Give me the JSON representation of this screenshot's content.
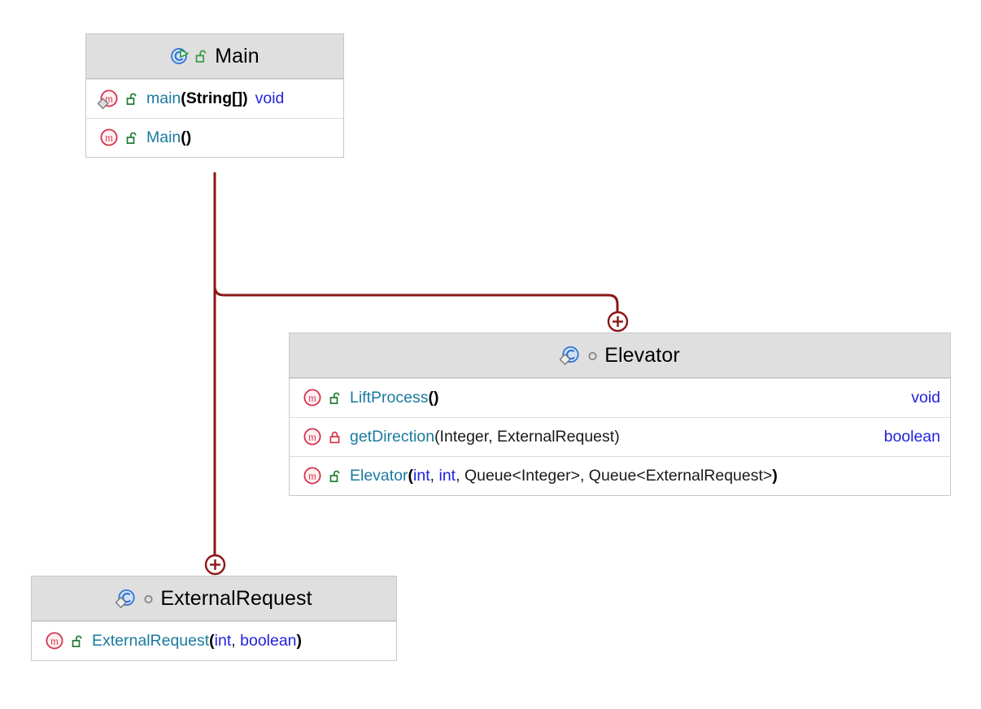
{
  "diagram": {
    "kind": "uml-class-diagram",
    "background": "#ffffff",
    "connector_color": "#8c1616",
    "header_fill": "#dfdfdf",
    "border_color": "#c8c8c8"
  },
  "classes": {
    "main": {
      "name": "Main",
      "icon": "runnable-class-icon",
      "visibility_icon": "public-unlocked-icon",
      "members": [
        {
          "icon": "method-icon",
          "modifier_icon": "static-diamond-icon",
          "visibility_icon": "public-unlocked-icon",
          "name": "main",
          "params": "(String[])",
          "return_type": "void",
          "return_inline": true
        },
        {
          "icon": "method-icon",
          "modifier_icon": "",
          "visibility_icon": "public-unlocked-icon",
          "name": "Main",
          "params": "()",
          "return_type": "",
          "return_inline": false
        }
      ]
    },
    "elevator": {
      "name": "Elevator",
      "icon": "class-icon",
      "visibility_icon": "package-private-circle-icon",
      "members": [
        {
          "icon": "method-icon",
          "modifier_icon": "",
          "visibility_icon": "public-unlocked-icon",
          "name": "LiftProcess",
          "params": "()",
          "return_type": "void"
        },
        {
          "icon": "method-icon",
          "modifier_icon": "",
          "visibility_icon": "private-locked-icon",
          "name": "getDirection",
          "params": "(Integer, ExternalRequest)",
          "return_type": "boolean"
        },
        {
          "icon": "method-icon",
          "modifier_icon": "",
          "visibility_icon": "public-unlocked-icon",
          "name": "Elevator",
          "params_tokens": [
            {
              "text": "(",
              "kind": "punct"
            },
            {
              "text": "int",
              "kind": "prim"
            },
            {
              "text": ", ",
              "kind": "plain"
            },
            {
              "text": "int",
              "kind": "prim"
            },
            {
              "text": ", Queue<Integer>, Queue<ExternalRequest>",
              "kind": "plain"
            },
            {
              "text": ")",
              "kind": "punct"
            }
          ],
          "return_type": ""
        }
      ]
    },
    "external_request": {
      "name": "ExternalRequest",
      "icon": "class-icon",
      "visibility_icon": "package-private-circle-icon",
      "members": [
        {
          "icon": "method-icon",
          "modifier_icon": "",
          "visibility_icon": "public-unlocked-icon",
          "name": "ExternalRequest",
          "params_tokens": [
            {
              "text": "(",
              "kind": "punct"
            },
            {
              "text": "int",
              "kind": "prim"
            },
            {
              "text": ", ",
              "kind": "plain"
            },
            {
              "text": "boolean",
              "kind": "prim"
            },
            {
              "text": ")",
              "kind": "punct"
            }
          ],
          "return_type": ""
        }
      ]
    }
  },
  "connectors": [
    {
      "from": "Main",
      "to": "Elevator",
      "marker": "plus-circle-icon",
      "label": ""
    },
    {
      "from": "Main",
      "to": "ExternalRequest",
      "marker": "plus-circle-icon",
      "label": ""
    }
  ]
}
